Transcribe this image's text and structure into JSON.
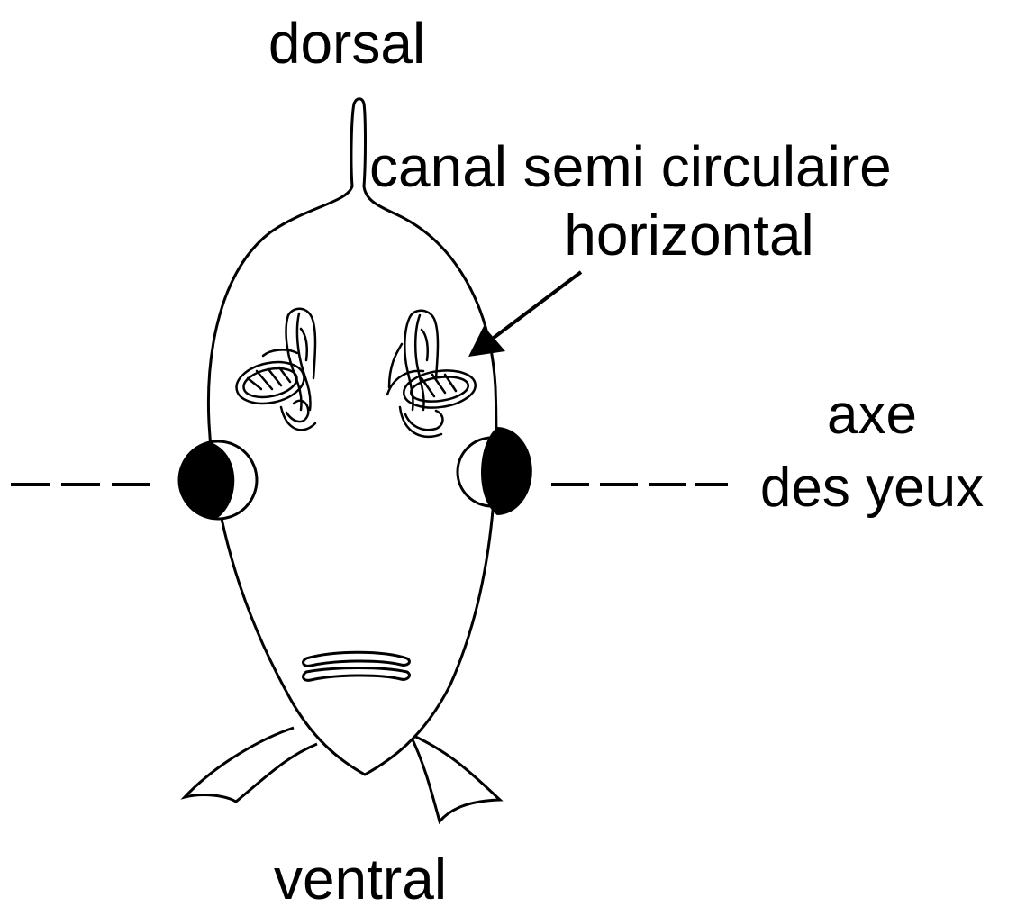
{
  "labels": {
    "top": "dorsal",
    "bottom": "ventral",
    "canal_line1": "canal semi circulaire",
    "canal_line2": "horizontal",
    "axis_line1": "axe",
    "axis_line2": "des yeux"
  },
  "colors": {
    "ink": "#000000",
    "paper": "#ffffff"
  }
}
